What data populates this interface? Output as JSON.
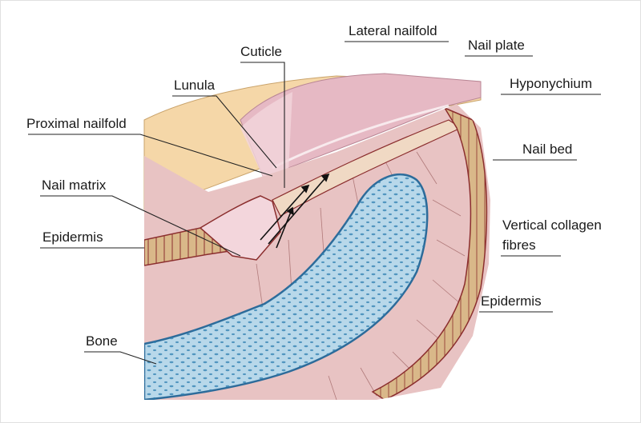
{
  "labels": {
    "lateral_nailfold": "Lateral nailfold",
    "cuticle": "Cuticle",
    "nail_plate": "Nail plate",
    "lunula": "Lunula",
    "hyponychium": "Hyponychium",
    "proximal_nailfold": "Proximal nailfold",
    "nail_bed": "Nail bed",
    "nail_matrix": "Nail matrix",
    "vertical_collagen_fibres_1": "Vertical collagen",
    "vertical_collagen_fibres_2": "fibres",
    "epidermis_left": "Epidermis",
    "epidermis_right": "Epidermis",
    "bone": "Bone"
  },
  "colors": {
    "background": "#ffffff",
    "skin": "#f5d7a8",
    "dermis": "#e8c3c3",
    "epidermis_band": "#d9b889",
    "epidermis_outline": "#8b2e2e",
    "nail_plate": "#e6b9c4",
    "bone": "#b8d8ea",
    "bone_outline": "#2c6b9a",
    "matrix_light": "#f3d6dc",
    "line": "#333333"
  }
}
